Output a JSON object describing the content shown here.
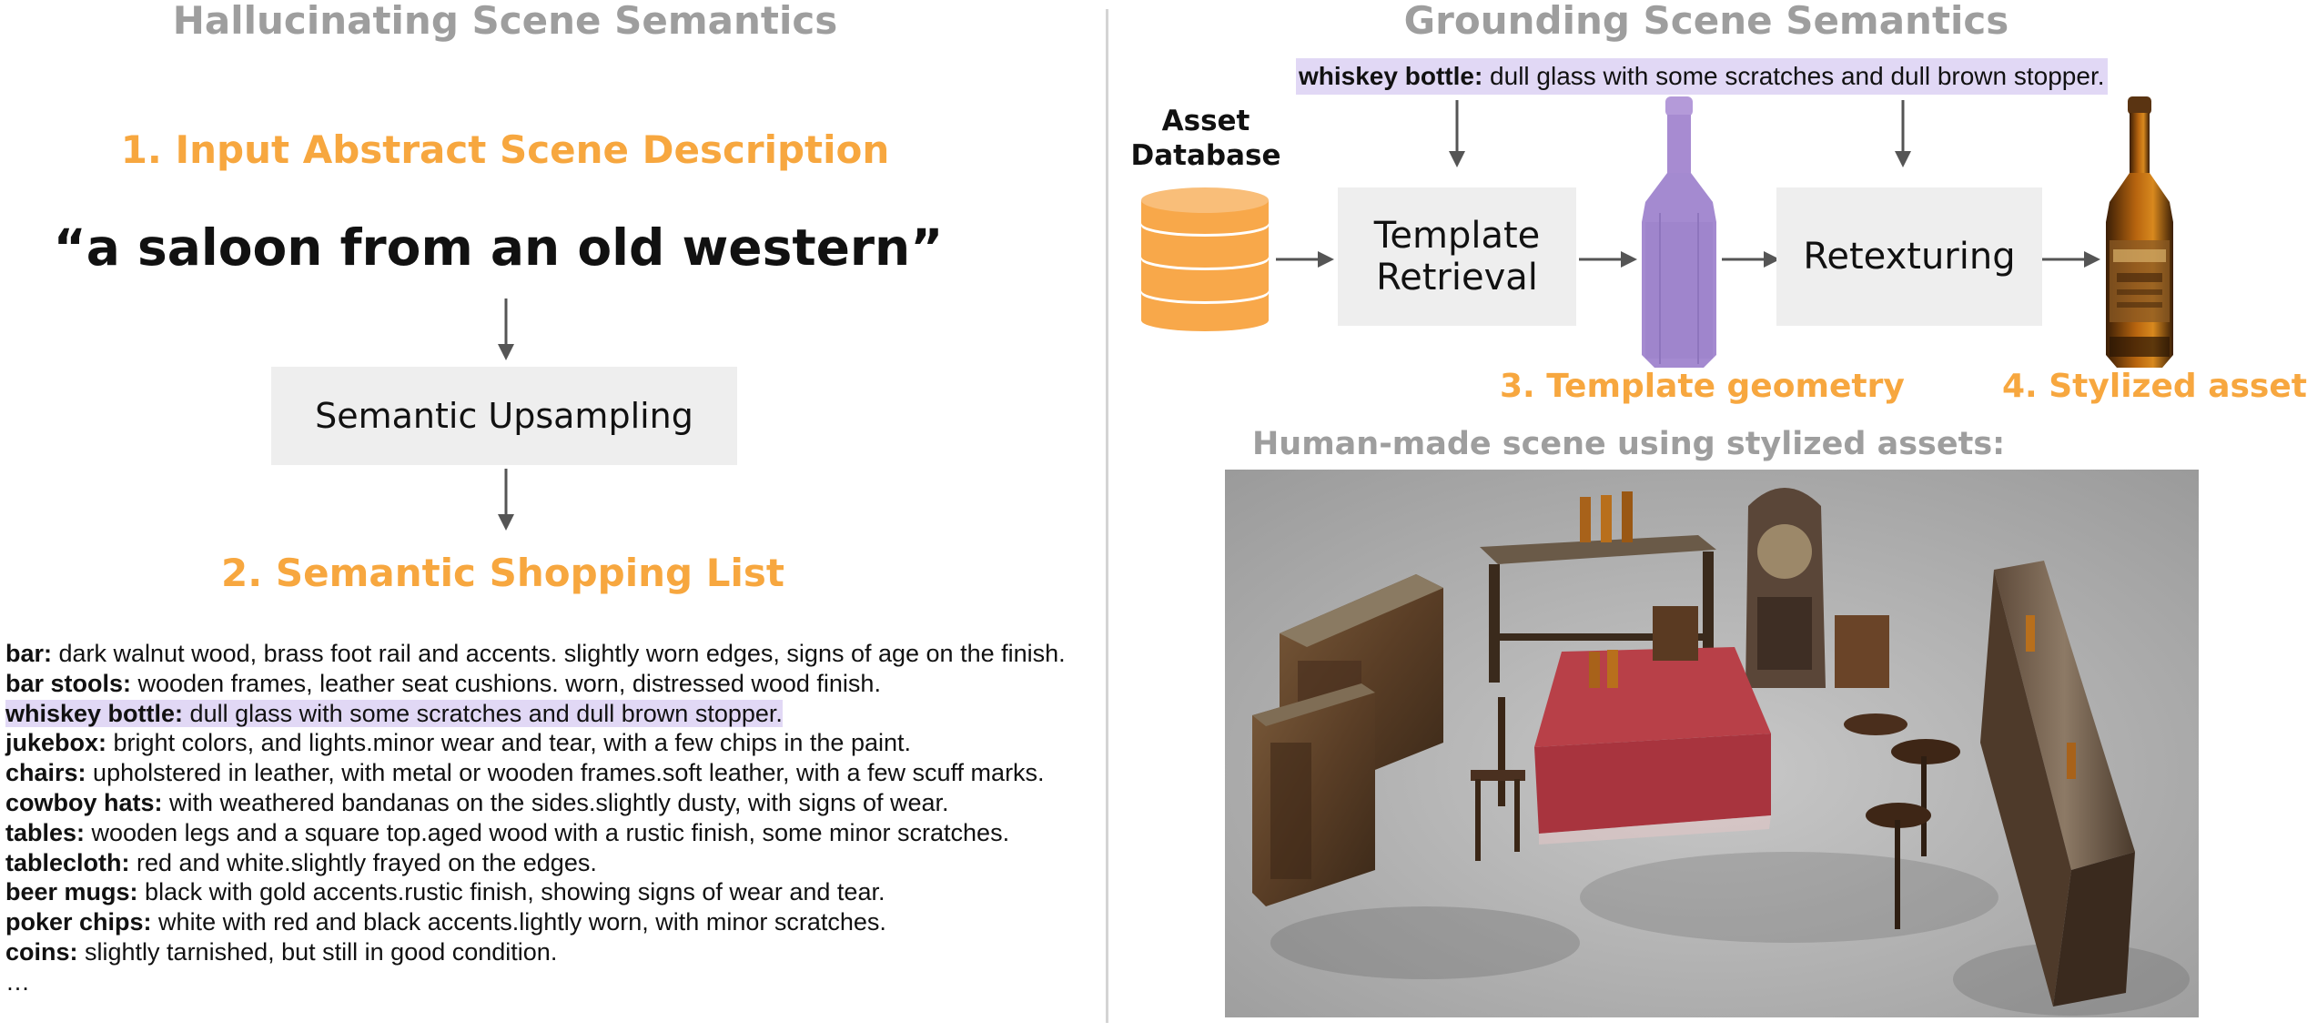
{
  "left": {
    "section_title": "Hallucinating Scene Semantics",
    "step1_title": "1. Input Abstract Scene Description",
    "quote": "“a saloon from an old western”",
    "process_box": "Semantic Upsampling",
    "step2_title": "2. Semantic Shopping List",
    "shopping_list": [
      {
        "name": "bar:",
        "desc": " dark walnut wood, brass foot rail and accents. slightly worn edges, signs of age on the finish.",
        "highlight": false
      },
      {
        "name": "bar stools:",
        "desc": " wooden frames, leather seat cushions. worn, distressed wood finish.",
        "highlight": false
      },
      {
        "name": "whiskey bottle:",
        "desc": " dull glass with some scratches and dull brown stopper.",
        "highlight": true
      },
      {
        "name": "jukebox:",
        "desc": " bright colors, and lights.minor wear and tear, with a few chips in the paint.",
        "highlight": false
      },
      {
        "name": "chairs:",
        "desc": " upholstered in leather, with metal or wooden frames.soft leather, with a few scuff marks.",
        "highlight": false
      },
      {
        "name": "cowboy hats:",
        "desc": " with weathered bandanas on the sides.slightly dusty, with signs of wear.",
        "highlight": false
      },
      {
        "name": "tables:",
        "desc": " wooden legs and a square top.aged wood with a rustic finish, some minor scratches.",
        "highlight": false
      },
      {
        "name": "tablecloth:",
        "desc": " red and white.slightly frayed on the edges.",
        "highlight": false
      },
      {
        "name": "beer mugs:",
        "desc": " black with gold accents.rustic finish, showing signs of wear and tear.",
        "highlight": false
      },
      {
        "name": "poker chips:",
        "desc": " white with red and black accents.lightly worn, with minor scratches.",
        "highlight": false
      },
      {
        "name": "coins:",
        "desc": " slightly tarnished, but still in good condition.",
        "highlight": false
      }
    ],
    "ellipsis": "…"
  },
  "right": {
    "section_title": "Grounding Scene Semantics",
    "highlight_label": "whiskey bottle:",
    "highlight_desc": " dull glass with some scratches and dull brown stopper.",
    "asset_db_line1": "Asset",
    "asset_db_line2": "Database",
    "retrieval_line1": "Template",
    "retrieval_line2": "Retrieval",
    "retexturing": "Retexturing",
    "step3_title": "3. Template geometry",
    "step4_title": "4. Stylized asset",
    "scene_caption": "Human-made scene using stylized assets:"
  },
  "colors": {
    "orange": "#f7a73f",
    "gray_title": "#9e9e9e",
    "highlight": "#e1d8f5",
    "box_fill": "#eeeeee",
    "purple_bottle": "#a98fd4",
    "database": "#f8a84a"
  }
}
